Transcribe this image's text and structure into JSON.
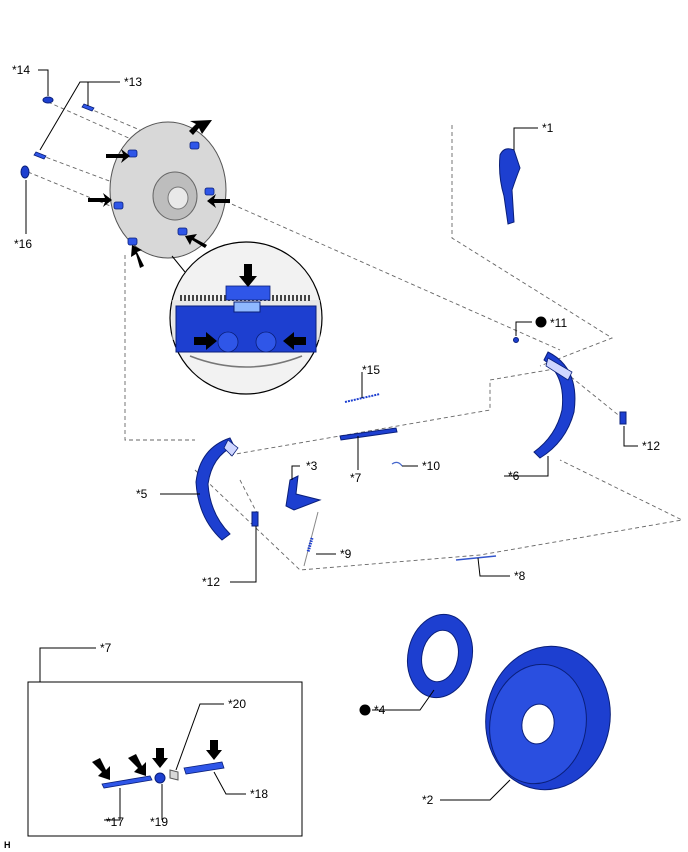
{
  "labels": {
    "p1": "*1",
    "p2": "*2",
    "p3": "*3",
    "p4": "*4",
    "p5": "*5",
    "p6": "*6",
    "p7": "*7",
    "p7box": "*7",
    "p8": "*8",
    "p9": "*9",
    "p10": "*10",
    "p11": "*11",
    "p12a": "*12",
    "p12b": "*12",
    "p13": "*13",
    "p14": "*14",
    "p15": "*15",
    "p16": "*16",
    "p17": "*17",
    "p18": "*18",
    "p19": "*19",
    "p20": "*20"
  },
  "corner_letter": "H",
  "colors": {
    "part_blue": "#1d3fd0",
    "backing_plate": "#d8d8d8",
    "marker": "#000000"
  }
}
